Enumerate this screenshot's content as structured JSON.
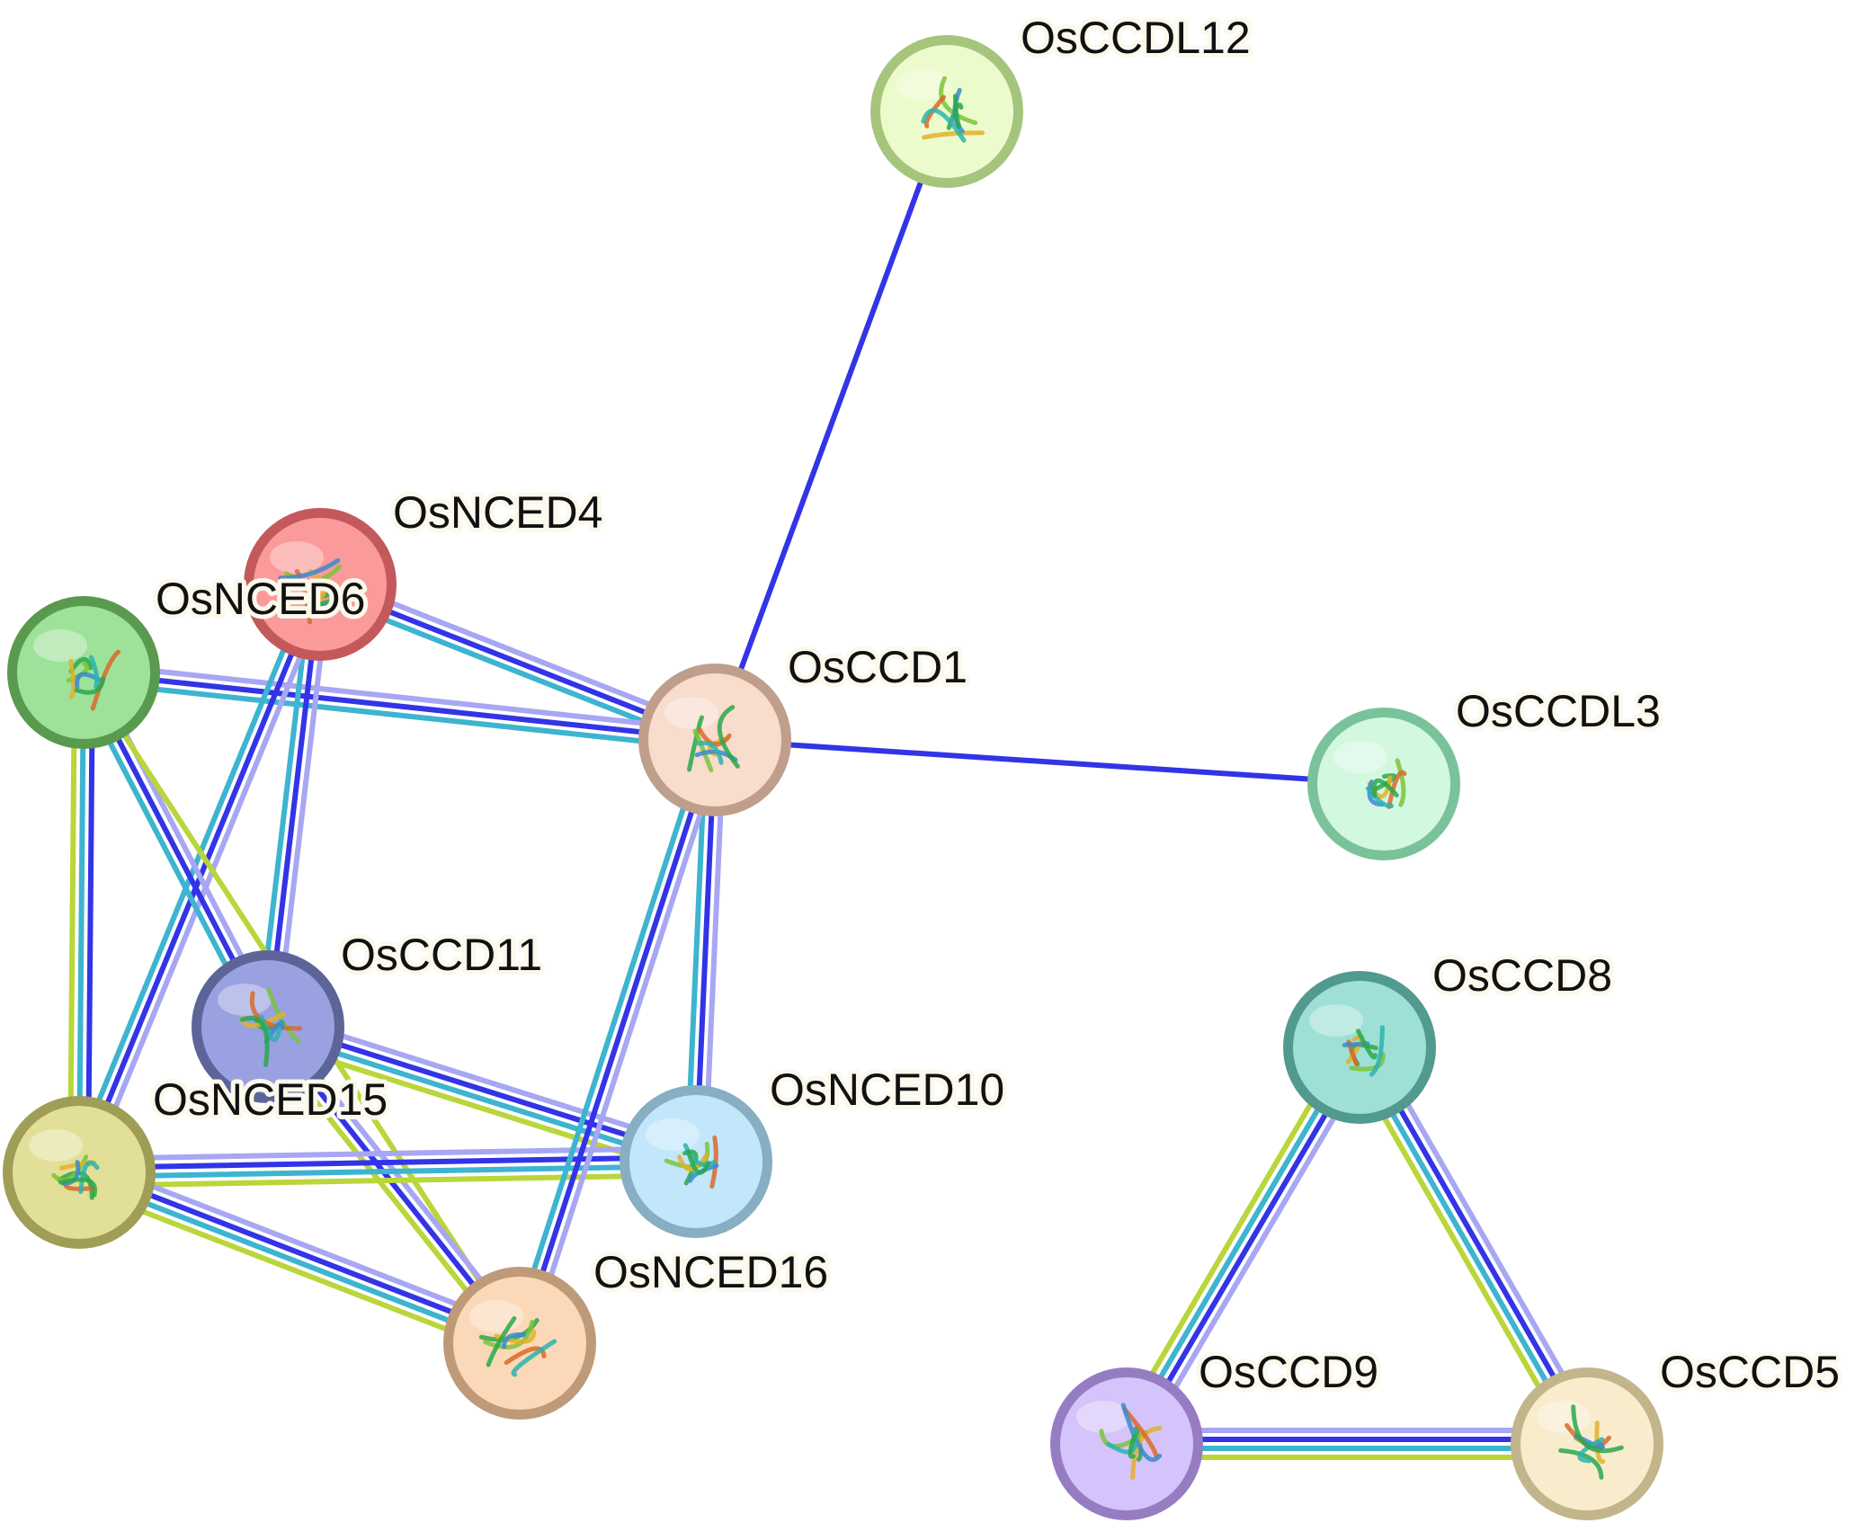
{
  "diagram": {
    "type": "protein-interaction-network",
    "edge_colors": {
      "light_purple": "#a7a7f3",
      "dark_blue": "#3234e6",
      "cyan": "#3db4d0",
      "yellow_green": "#b9d63a"
    },
    "nodes": [
      {
        "id": "OsCCDL12",
        "label": "OsCCDL12",
        "fill": "#ecfbcb",
        "ring": "#a6c57c",
        "icon": "protein-structure-icon"
      },
      {
        "id": "OsNCED4",
        "label": "OsNCED4",
        "fill": "#fb9a9a",
        "ring": "#c4595b",
        "icon": "protein-structure-icon"
      },
      {
        "id": "OsNCED6",
        "label": "OsNCED6",
        "fill": "#9ee29a",
        "ring": "#5a9a4f",
        "icon": "protein-structure-icon"
      },
      {
        "id": "OsCCD1",
        "label": "OsCCD1",
        "fill": "#f8dccc",
        "ring": "#c09e8c",
        "icon": "protein-structure-icon"
      },
      {
        "id": "OsCCDL3",
        "label": "OsCCDL3",
        "fill": "#d3f8e0",
        "ring": "#7ac39a",
        "icon": "protein-structure-icon"
      },
      {
        "id": "OsCCD11",
        "label": "OsCCD11",
        "fill": "#9aa1e0",
        "ring": "#5d6497",
        "icon": "protein-structure-icon"
      },
      {
        "id": "OsNCED15",
        "label": "OsNCED15",
        "fill": "#e2e098",
        "ring": "#a09d57",
        "icon": "protein-structure-icon"
      },
      {
        "id": "OsNCED10",
        "label": "OsNCED10",
        "fill": "#c2e7fb",
        "ring": "#87aec2",
        "icon": "protein-structure-icon"
      },
      {
        "id": "OsNCED16",
        "label": "OsNCED16",
        "fill": "#fbd9b8",
        "ring": "#bf9a78",
        "icon": "protein-structure-icon"
      },
      {
        "id": "OsCCD8",
        "label": "OsCCD8",
        "fill": "#9fe0d6",
        "ring": "#529a8f",
        "icon": "protein-structure-icon"
      },
      {
        "id": "OsCCD9",
        "label": "OsCCD9",
        "fill": "#d4c4fb",
        "ring": "#967dc2",
        "icon": "protein-structure-icon"
      },
      {
        "id": "OsCCD5",
        "label": "OsCCD5",
        "fill": "#f8eccc",
        "ring": "#c3b58b",
        "icon": "protein-structure-icon"
      }
    ],
    "edges": [
      {
        "source": "OsCCDL12",
        "target": "OsCCD1",
        "evidence": [
          "dark_blue"
        ]
      },
      {
        "source": "OsCCD1",
        "target": "OsCCDL3",
        "evidence": [
          "dark_blue"
        ]
      },
      {
        "source": "OsNCED4",
        "target": "OsCCD1",
        "evidence": [
          "light_purple",
          "dark_blue",
          "cyan"
        ]
      },
      {
        "source": "OsNCED6",
        "target": "OsCCD1",
        "evidence": [
          "light_purple",
          "dark_blue",
          "cyan"
        ]
      },
      {
        "source": "OsNCED4",
        "target": "OsCCD11",
        "evidence": [
          "light_purple",
          "dark_blue",
          "cyan"
        ]
      },
      {
        "source": "OsNCED4",
        "target": "OsNCED15",
        "evidence": [
          "light_purple",
          "dark_blue",
          "cyan"
        ]
      },
      {
        "source": "OsNCED6",
        "target": "OsNCED15",
        "evidence": [
          "dark_blue",
          "cyan",
          "yellow_green"
        ]
      },
      {
        "source": "OsNCED6",
        "target": "OsCCD11",
        "evidence": [
          "light_purple",
          "dark_blue",
          "cyan"
        ]
      },
      {
        "source": "OsNCED6",
        "target": "OsNCED16",
        "evidence": [
          "yellow_green"
        ]
      },
      {
        "source": "OsCCD11",
        "target": "OsNCED10",
        "evidence": [
          "light_purple",
          "dark_blue",
          "cyan",
          "yellow_green"
        ]
      },
      {
        "source": "OsCCD11",
        "target": "OsNCED16",
        "evidence": [
          "light_purple",
          "dark_blue",
          "yellow_green"
        ]
      },
      {
        "source": "OsNCED15",
        "target": "OsNCED10",
        "evidence": [
          "light_purple",
          "dark_blue",
          "cyan",
          "yellow_green"
        ]
      },
      {
        "source": "OsNCED15",
        "target": "OsNCED16",
        "evidence": [
          "light_purple",
          "dark_blue",
          "cyan",
          "yellow_green"
        ]
      },
      {
        "source": "OsCCD1",
        "target": "OsNCED10",
        "evidence": [
          "light_purple",
          "dark_blue",
          "cyan"
        ]
      },
      {
        "source": "OsCCD1",
        "target": "OsNCED16",
        "evidence": [
          "light_purple",
          "dark_blue",
          "cyan"
        ]
      },
      {
        "source": "OsCCD8",
        "target": "OsCCD9",
        "evidence": [
          "light_purple",
          "dark_blue",
          "cyan",
          "yellow_green"
        ]
      },
      {
        "source": "OsCCD8",
        "target": "OsCCD5",
        "evidence": [
          "light_purple",
          "dark_blue",
          "cyan",
          "yellow_green"
        ]
      },
      {
        "source": "OsCCD9",
        "target": "OsCCD5",
        "evidence": [
          "light_purple",
          "dark_blue",
          "cyan",
          "yellow_green"
        ]
      }
    ]
  }
}
